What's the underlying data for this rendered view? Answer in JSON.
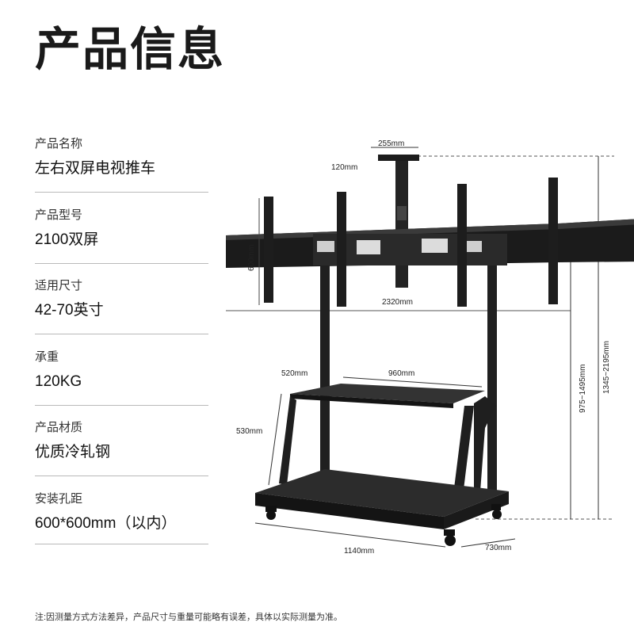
{
  "title": "产品信息",
  "specs": [
    {
      "label": "产品名称",
      "value": "左右双屏电视推车"
    },
    {
      "label": "产品型号",
      "value": "2100双屏"
    },
    {
      "label": "适用尺寸",
      "value": "42-70英寸"
    },
    {
      "label": "承重",
      "value": "120KG"
    },
    {
      "label": "产品材质",
      "value": "优质冷轧钢"
    },
    {
      "label": "安装孔距",
      "value": "600*600mm（以内）"
    }
  ],
  "dimensions": {
    "camera_width": "255mm",
    "camera_depth": "120mm",
    "bar_height": "600mm",
    "bar_width": "2320mm",
    "tray_depth": "520mm",
    "tray_width": "960mm",
    "tray_height": "530mm",
    "base_width": "1140mm",
    "base_depth": "730mm",
    "center_height": "975~1495mm",
    "total_height": "1345~2195mm"
  },
  "note": "注:因测量方式方法差异，产品尺寸与重量可能略有误差，具体以实际测量为准。"
}
